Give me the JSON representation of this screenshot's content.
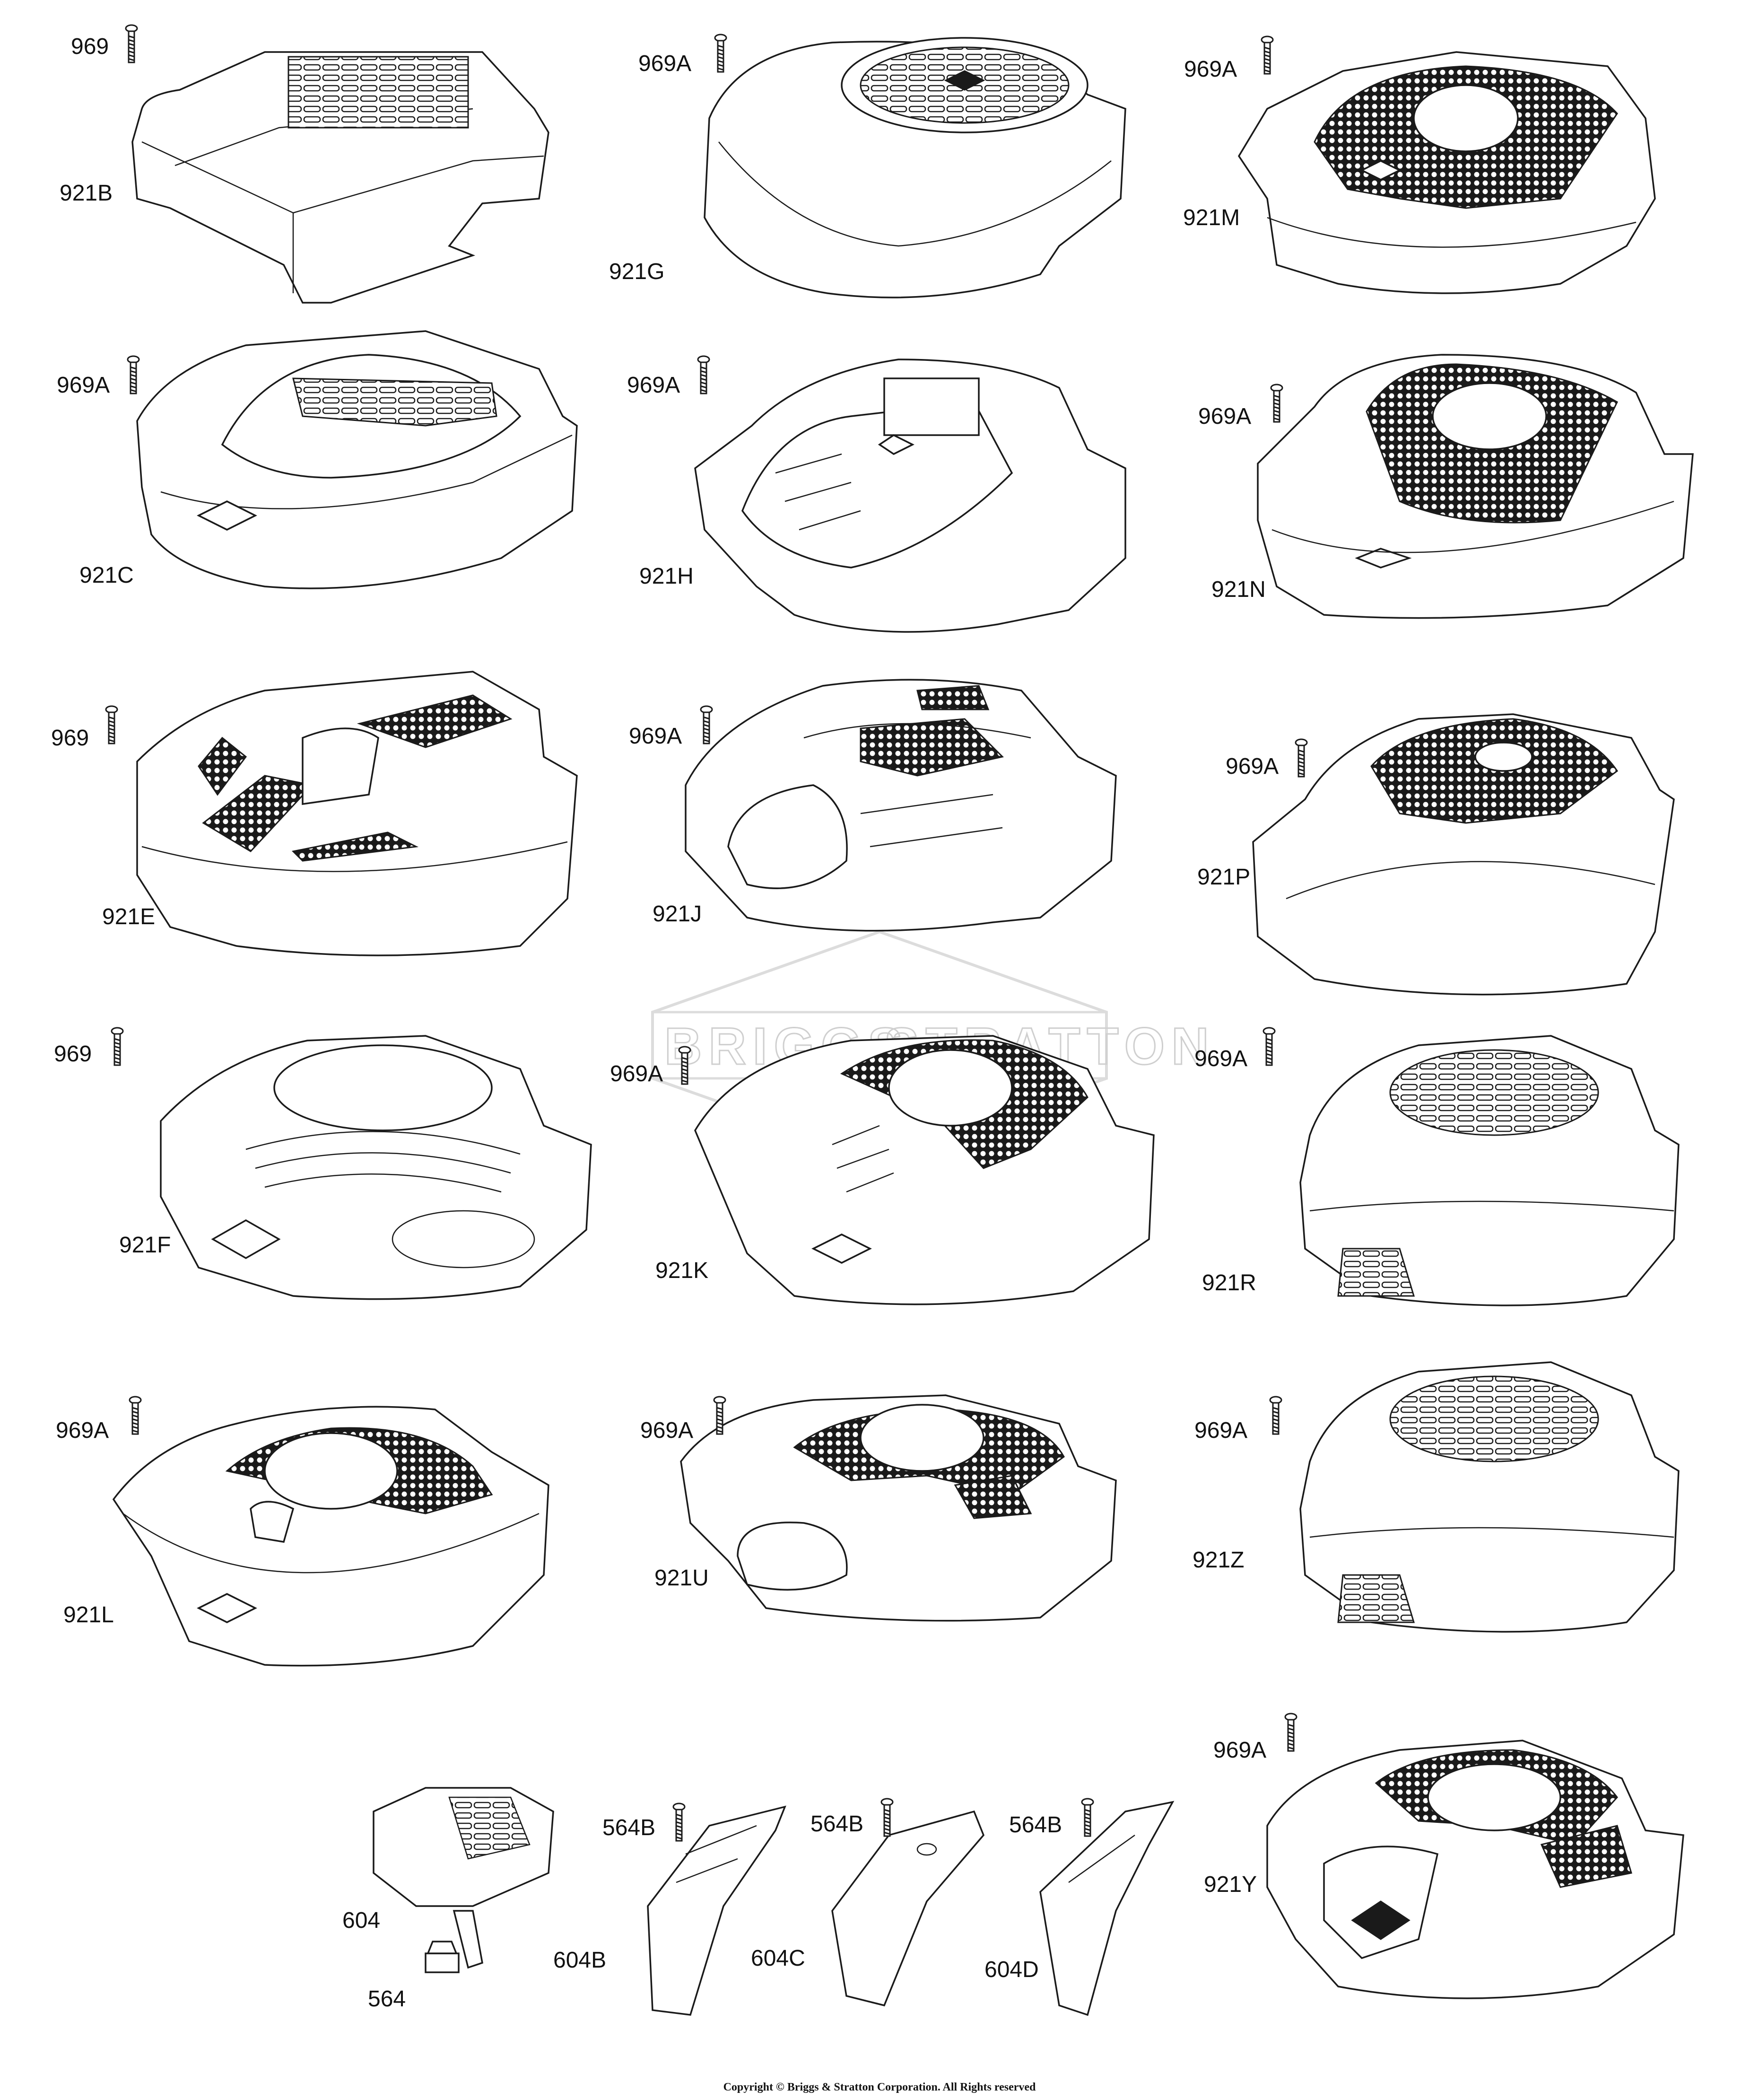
{
  "watermark": {
    "line1": "BRIGGS",
    "line2": "STRATTON"
  },
  "parts": [
    {
      "id": "p921B",
      "label": "921B",
      "screw": "969"
    },
    {
      "id": "p921G",
      "label": "921G",
      "screw": "969A"
    },
    {
      "id": "p921M",
      "label": "921M",
      "screw": "969A"
    },
    {
      "id": "p921C",
      "label": "921C",
      "screw": "969A"
    },
    {
      "id": "p921H",
      "label": "921H",
      "screw": "969A"
    },
    {
      "id": "p921N",
      "label": "921N",
      "screw": "969A"
    },
    {
      "id": "p921E",
      "label": "921E",
      "screw": "969"
    },
    {
      "id": "p921J",
      "label": "921J",
      "screw": "969A"
    },
    {
      "id": "p921P",
      "label": "921P",
      "screw": "969A"
    },
    {
      "id": "p921F",
      "label": "921F",
      "screw": "969"
    },
    {
      "id": "p921K",
      "label": "921K",
      "screw": "969A"
    },
    {
      "id": "p921R",
      "label": "921R",
      "screw": "969A"
    },
    {
      "id": "p921L",
      "label": "921L",
      "screw": "969A"
    },
    {
      "id": "p921U",
      "label": "921U",
      "screw": "969A"
    },
    {
      "id": "p921Z",
      "label": "921Z",
      "screw": "969A"
    },
    {
      "id": "p921Y",
      "label": "921Y",
      "screw": "969A"
    }
  ],
  "small_parts": [
    {
      "label": "604"
    },
    {
      "label": "564"
    },
    {
      "label": "564B"
    },
    {
      "label": "604B"
    },
    {
      "label": "564B"
    },
    {
      "label": "604C"
    },
    {
      "label": "564B"
    },
    {
      "label": "604D"
    }
  ],
  "copyright": "Copyright © Briggs & Stratton Corporation. All Rights reserved"
}
